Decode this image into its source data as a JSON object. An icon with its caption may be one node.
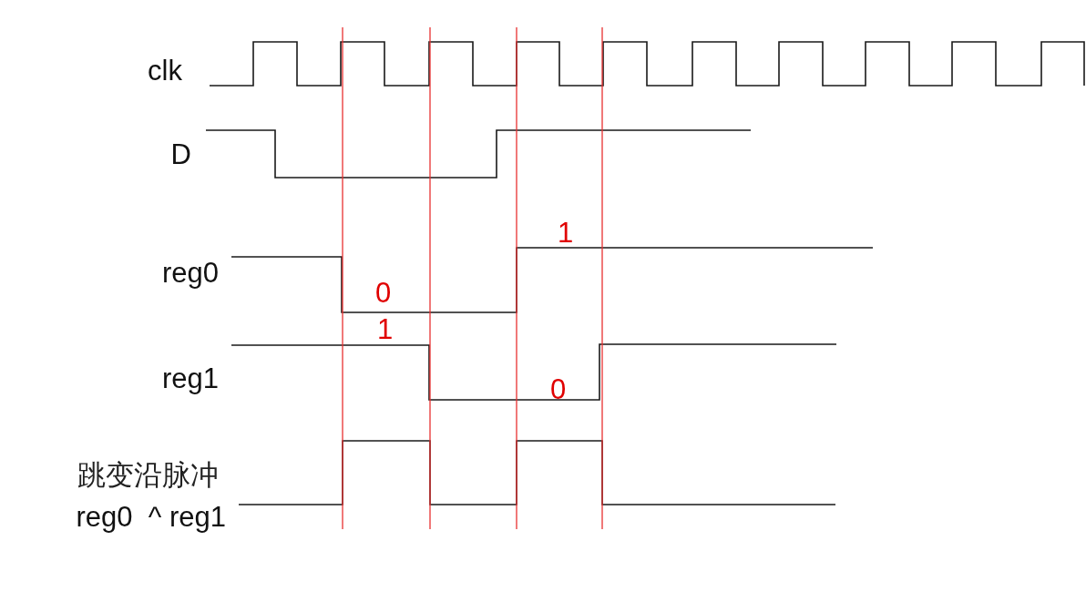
{
  "diagram": {
    "labels": [
      "clk",
      "D",
      "1",
      "reg0",
      "0",
      "1",
      "reg1",
      "0",
      "跳变沿脉冲",
      "reg0  ^ reg1"
    ]
  }
}
